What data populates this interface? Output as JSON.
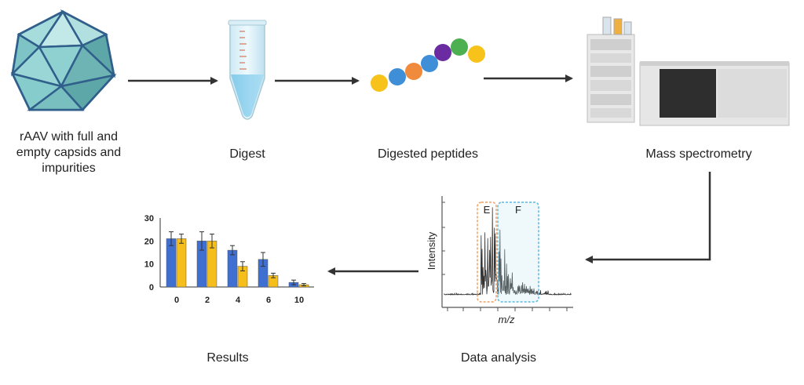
{
  "steps": {
    "raav": "rAAV with full and\nempty capsids and\nimpurities",
    "digest": "Digest",
    "peptides": "Digested peptides",
    "ms": "Mass spectrometry",
    "analysis": "Data analysis",
    "results": "Results"
  },
  "spectrum": {
    "ylabel": "Intensity",
    "xlabel": "m/z",
    "region_e": "E",
    "region_f": "F",
    "color_e": "#f0a060",
    "color_f": "#5bb8e0"
  },
  "peptide_colors": [
    "#f7c21a",
    "#3e8ed8",
    "#f08a3c",
    "#3e8ed8",
    "#6a2ca0",
    "#4caf50",
    "#f7c21a"
  ],
  "chart_data": {
    "type": "bar",
    "categories": [
      "0",
      "2",
      "4",
      "6",
      "10"
    ],
    "series": [
      {
        "values": [
          21,
          20,
          16,
          12,
          2
        ],
        "errors": [
          3,
          4,
          2,
          3,
          1
        ],
        "color": "#3f6fd0"
      },
      {
        "values": [
          21,
          20,
          9,
          5,
          1
        ],
        "errors": [
          2,
          3,
          2,
          1,
          0.5
        ],
        "color": "#f6be1a"
      }
    ],
    "yticks": [
      "0",
      "10",
      "20",
      "30"
    ],
    "ylim": [
      0,
      30
    ]
  }
}
